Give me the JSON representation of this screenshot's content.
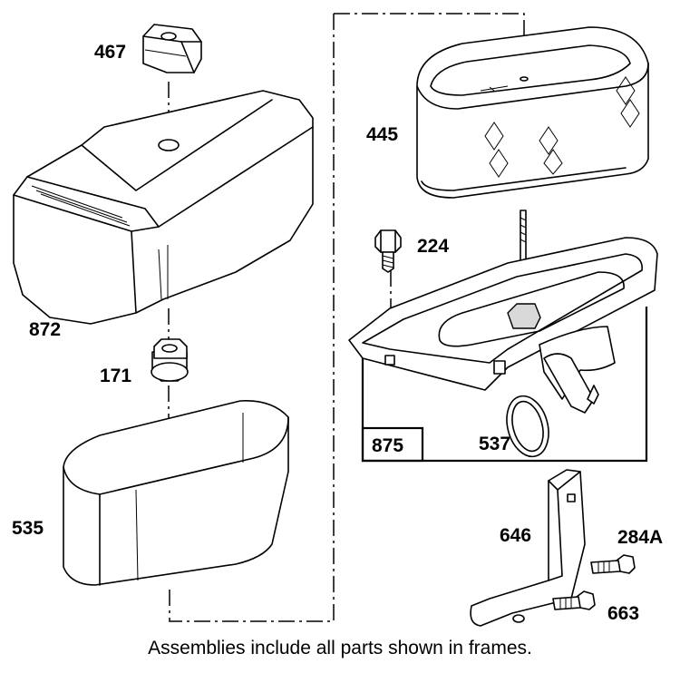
{
  "parts": [
    {
      "id": "part-467",
      "label": "467"
    },
    {
      "id": "part-872",
      "label": "872"
    },
    {
      "id": "part-171",
      "label": "171"
    },
    {
      "id": "part-535",
      "label": "535"
    },
    {
      "id": "part-445",
      "label": "445"
    },
    {
      "id": "part-224",
      "label": "224"
    },
    {
      "id": "part-875",
      "label": "875"
    },
    {
      "id": "part-537",
      "label": "537"
    },
    {
      "id": "part-646",
      "label": "646"
    },
    {
      "id": "part-284A",
      "label": "284A"
    },
    {
      "id": "part-663",
      "label": "663"
    }
  ],
  "caption": "Assemblies include all parts shown in frames."
}
